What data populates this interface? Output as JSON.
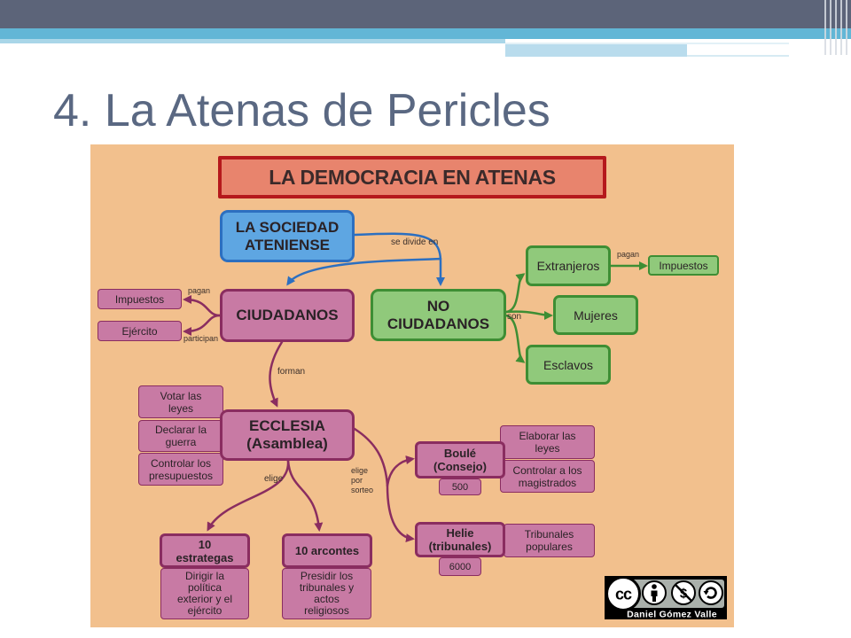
{
  "slide": {
    "title": "4. La Atenas de Pericles"
  },
  "colors": {
    "header_dark": "#5c6479",
    "header_accent": "#62b6d6",
    "title_text": "#5a6882",
    "diagram_bg": "#f2c08d",
    "heading_fill": "#e8846d",
    "heading_border": "#b5191c",
    "blue_fill": "#5ea6e2",
    "blue_border": "#2c6fc0",
    "pink_fill": "#c87aa4",
    "pink_border": "#8a2d60",
    "green_fill": "#90c97b",
    "green_border": "#3e8e34"
  },
  "diagram": {
    "heading": "LA DEMOCRACIA EN ATENAS",
    "sociedad": "LA SOCIEDAD\nATENIENSE",
    "ciudadanos": {
      "label": "CIUDADANOS",
      "impuestos": "Impuestos",
      "ejercito": "Ejército"
    },
    "no_ciudadanos": {
      "label": "NO\nCIUDADANOS",
      "extranjeros": "Extranjeros",
      "impuestos": "Impuestos",
      "mujeres": "Mujeres",
      "esclavos": "Esclavos"
    },
    "ecclesia": {
      "label": "ECCLESIA\n(Asamblea)",
      "functions": [
        "Votar las\nleyes",
        "Declarar la\nguerra",
        "Controlar los\npresupuestos"
      ]
    },
    "boule": {
      "label": "Boulé\n(Consejo)",
      "members": "500",
      "functions": [
        "Elaborar las\nleyes",
        "Controlar a los\nmagistrados"
      ]
    },
    "helie": {
      "label": "Helie\n(tribunales)",
      "members": "6000",
      "functions": [
        "Tribunales\npopulares"
      ]
    },
    "estrategas": {
      "label": "10\nestrategas",
      "function": "Dirigir la\npolítica\nexterior y el\nejército"
    },
    "arcontes": {
      "label": "10 arcontes",
      "function": "Presidir los\ntribunales y\nactos\nreligiosos"
    },
    "edges": {
      "se_divide_en": "se divide en",
      "pagan_ciudadanos": "pagan",
      "participan": "participan",
      "forman": "forman",
      "son": "son",
      "pagan_extranjeros": "pagan",
      "elige": "elige",
      "elige_por_sorteo": "elige\npor\nsorteo"
    }
  },
  "license": {
    "badge_text": "cc",
    "icons": [
      "cc-icon",
      "by-icon",
      "nc-icon",
      "sa-icon"
    ],
    "author": "Daniel Gómez Valle"
  }
}
